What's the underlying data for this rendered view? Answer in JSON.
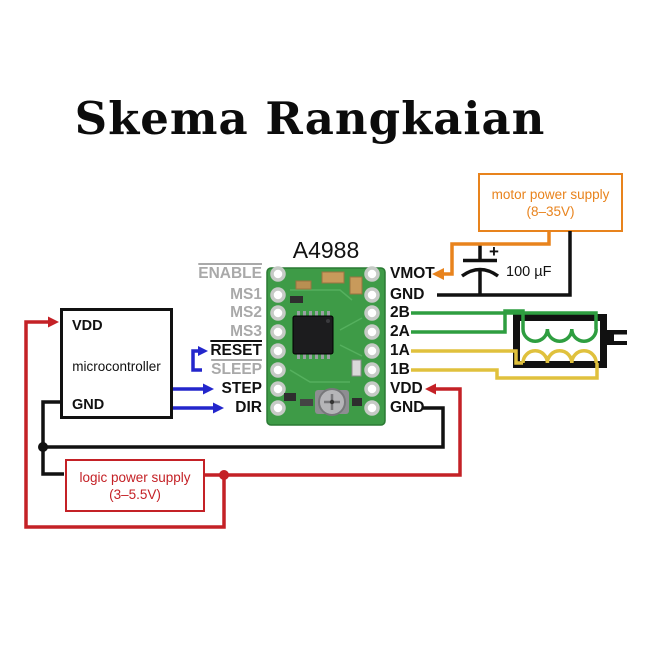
{
  "title": "Skema Rangkaian",
  "driver": {
    "name": "A4988",
    "left_pins": [
      {
        "label": "ENABLE"
      },
      {
        "label": "MS1"
      },
      {
        "label": "MS2"
      },
      {
        "label": "MS3"
      },
      {
        "label": "RESET"
      },
      {
        "label": "SLEEP"
      },
      {
        "label": "STEP"
      },
      {
        "label": "DIR"
      }
    ],
    "right_pins": [
      {
        "label": "VMOT"
      },
      {
        "label": "GND"
      },
      {
        "label": "2B"
      },
      {
        "label": "2A"
      },
      {
        "label": "1A"
      },
      {
        "label": "1B"
      },
      {
        "label": "VDD"
      },
      {
        "label": "GND"
      }
    ]
  },
  "microcontroller": {
    "top_pin": "VDD",
    "name": "microcontroller",
    "bottom_pin": "GND"
  },
  "motor_power_supply": {
    "title": "motor power supply",
    "range": "(8–35V)"
  },
  "logic_power_supply": {
    "title": "logic power supply",
    "range": "(3–5.5V)"
  },
  "capacitor": {
    "plus": "+",
    "value": "100 µF"
  },
  "colors": {
    "wire_orange": "#E8831D",
    "wire_red": "#C42126",
    "wire_blue": "#2326CC",
    "wire_green": "#2E9E40",
    "wire_yellow": "#E0C13D",
    "wire_black": "#111111",
    "muted_pin_gray": "#A9A9A9",
    "pcb_green": "#3E9B47"
  }
}
